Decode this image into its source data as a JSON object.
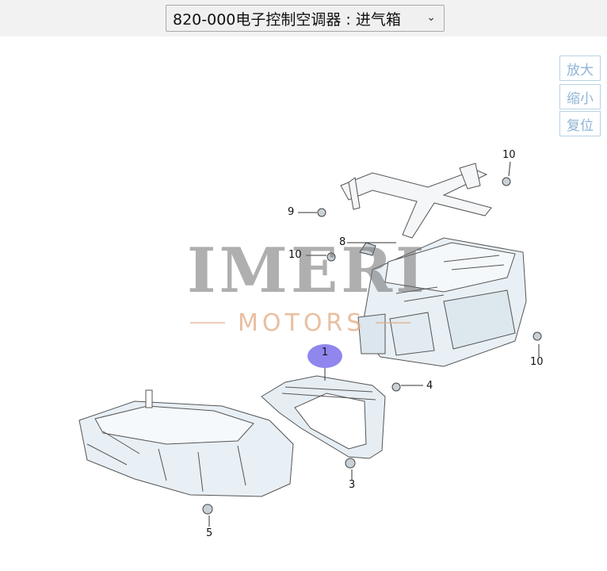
{
  "header": {
    "selector_value": "820-000电子控制空调器 : 进气箱",
    "chevron_icon": "chevron-down-icon"
  },
  "zoom_controls": {
    "zoom_in": "放大",
    "zoom_out": "缩小",
    "reset": "复位"
  },
  "watermark": {
    "brand": "IMERI",
    "subtitle": "MOTORS"
  },
  "diagram": {
    "highlight_color": "#8f86ee",
    "callouts": [
      "1",
      "3",
      "4",
      "5",
      "8",
      "9",
      "10",
      "10",
      "10"
    ]
  }
}
